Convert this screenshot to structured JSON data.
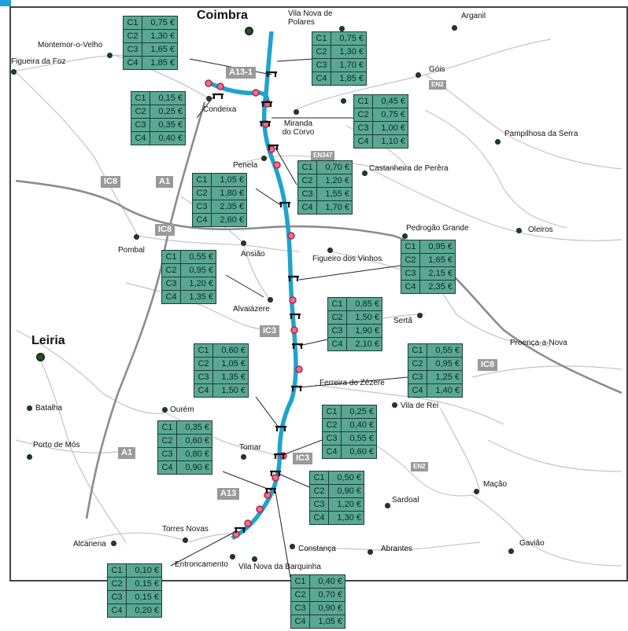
{
  "colors": {
    "highway": "#1ea4cc",
    "toll_box": "#5aa894",
    "toll_border": "#1d3d35",
    "road": "#b9b9b9",
    "major_road": "#8a8a8a",
    "node": "#e04060"
  },
  "towns": [
    {
      "name": "Coimbra",
      "big": true
    },
    {
      "name": "Vila Nova de Polares"
    },
    {
      "name": "Arganil"
    },
    {
      "name": "Montemor-o-Velho"
    },
    {
      "name": "Figueira da Foz"
    },
    {
      "name": "Góis"
    },
    {
      "name": "Condeixa"
    },
    {
      "name": "Miranda do Corvo"
    },
    {
      "name": "Pampilhosa da Serra"
    },
    {
      "name": "Penela"
    },
    {
      "name": "Castanheira de Perêra"
    },
    {
      "name": "Pedrogão Grande"
    },
    {
      "name": "Oleiros"
    },
    {
      "name": "Pombal"
    },
    {
      "name": "Ansião"
    },
    {
      "name": "Figueiro dos Vinhos"
    },
    {
      "name": "Alvaiázere"
    },
    {
      "name": "Sertã"
    },
    {
      "name": "Leiria",
      "big": true
    },
    {
      "name": "Proença-a-Nova"
    },
    {
      "name": "Ferreira do Zêzere"
    },
    {
      "name": "Batalha"
    },
    {
      "name": "Ourém"
    },
    {
      "name": "Vila de Rei"
    },
    {
      "name": "Porto de Mós"
    },
    {
      "name": "Tomar"
    },
    {
      "name": "Mação"
    },
    {
      "name": "Sardoal"
    },
    {
      "name": "Torres Novas"
    },
    {
      "name": "Alcanena"
    },
    {
      "name": "Constança"
    },
    {
      "name": "Abrantes"
    },
    {
      "name": "Gavião"
    },
    {
      "name": "Entroncamento"
    },
    {
      "name": "Vila Nova da Barquinha"
    }
  ],
  "road_labels": [
    "A13-1",
    "EN2",
    "EN347",
    "IC8",
    "A1",
    "IC8",
    "IC3",
    "IC8",
    "IC3",
    "A1",
    "EN2",
    "A13"
  ],
  "tolls": [
    {
      "rows": [
        [
          "C1",
          "0,75 €"
        ],
        [
          "C2",
          "1,30 €"
        ],
        [
          "C3",
          "1,65 €"
        ],
        [
          "C4",
          "1,85 €"
        ]
      ]
    },
    {
      "rows": [
        [
          "C1",
          "0,75 €"
        ],
        [
          "C2",
          "1,30 €"
        ],
        [
          "C3",
          "1,70 €"
        ],
        [
          "C4",
          "1,85 €"
        ]
      ]
    },
    {
      "rows": [
        [
          "C1",
          "0,15 €"
        ],
        [
          "C2",
          "0,25 €"
        ],
        [
          "C3",
          "0,35 €"
        ],
        [
          "C4",
          "0,40 €"
        ]
      ]
    },
    {
      "rows": [
        [
          "C1",
          "0,45 €"
        ],
        [
          "C2",
          "0,75 €"
        ],
        [
          "C3",
          "1,00 €"
        ],
        [
          "C4",
          "1,10 €"
        ]
      ]
    },
    {
      "rows": [
        [
          "C1",
          "1,05 €"
        ],
        [
          "C2",
          "1,80 €"
        ],
        [
          "C3",
          "2,35 €"
        ],
        [
          "C4",
          "2,60 €"
        ]
      ]
    },
    {
      "rows": [
        [
          "C1",
          "0,70 €"
        ],
        [
          "C2",
          "1,20 €"
        ],
        [
          "C3",
          "1,55 €"
        ],
        [
          "C4",
          "1,70 €"
        ]
      ]
    },
    {
      "rows": [
        [
          "C1",
          "0,55 €"
        ],
        [
          "C2",
          "0,95 €"
        ],
        [
          "C3",
          "1,20 €"
        ],
        [
          "C4",
          "1,35 €"
        ]
      ]
    },
    {
      "rows": [
        [
          "C1",
          "0,95 €"
        ],
        [
          "C2",
          "1,65 €"
        ],
        [
          "C3",
          "2,15 €"
        ],
        [
          "C4",
          "2,35 €"
        ]
      ]
    },
    {
      "rows": [
        [
          "C1",
          "0,85 €"
        ],
        [
          "C2",
          "1,50 €"
        ],
        [
          "C3",
          "1,90 €"
        ],
        [
          "C4",
          "2,10 €"
        ]
      ]
    },
    {
      "rows": [
        [
          "C1",
          "0,60 €"
        ],
        [
          "C2",
          "1,05 €"
        ],
        [
          "C3",
          "1,35 €"
        ],
        [
          "C4",
          "1,50 €"
        ]
      ]
    },
    {
      "rows": [
        [
          "C1",
          "0,55 €"
        ],
        [
          "C2",
          "0,95 €"
        ],
        [
          "C3",
          "1,25 €"
        ],
        [
          "C4",
          "1,40 €"
        ]
      ]
    },
    {
      "rows": [
        [
          "C1",
          "0,25 €"
        ],
        [
          "C2",
          "0,40 €"
        ],
        [
          "C3",
          "0,55 €"
        ],
        [
          "C4",
          "0,60 €"
        ]
      ]
    },
    {
      "rows": [
        [
          "C1",
          "0,35 €"
        ],
        [
          "C2",
          "0,60 €"
        ],
        [
          "C3",
          "0,80 €"
        ],
        [
          "C4",
          "0,90 €"
        ]
      ]
    },
    {
      "rows": [
        [
          "C1",
          "0,50 €"
        ],
        [
          "C2",
          "0,90 €"
        ],
        [
          "C3",
          "1,20 €"
        ],
        [
          "C4",
          "1,30 €"
        ]
      ]
    },
    {
      "rows": [
        [
          "C1",
          "0,10 €"
        ],
        [
          "C2",
          "0,15 €"
        ],
        [
          "C3",
          "0,15 €"
        ],
        [
          "C4",
          "0,20 €"
        ]
      ]
    },
    {
      "rows": [
        [
          "C1",
          "0,40 €"
        ],
        [
          "C2",
          "0,70 €"
        ],
        [
          "C3",
          "0,90 €"
        ],
        [
          "C4",
          "1,05 €"
        ]
      ]
    }
  ]
}
